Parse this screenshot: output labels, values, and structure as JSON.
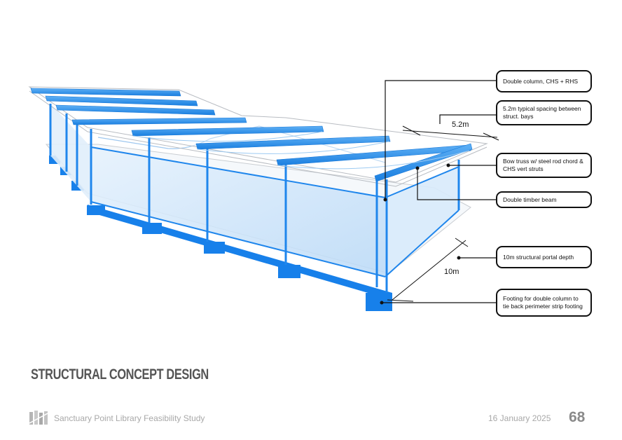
{
  "callouts": [
    {
      "text": "Double column, CHS + RHS"
    },
    {
      "text": "5.2m typical spacing between struct. bays"
    },
    {
      "text": "Bow truss w/ steel rod chord & CHS vert struts"
    },
    {
      "text": "Double timber beam"
    },
    {
      "text": "10m structural portal depth"
    },
    {
      "text": "Footing for double column to tie back perimeter strip footing"
    }
  ],
  "dimensions": {
    "bay_spacing": "5.2m",
    "portal_depth": "10m"
  },
  "section_title": "STRUCTURAL CONCEPT DESIGN",
  "footer": {
    "study_title": "Sanctuary Point Library Feasibility Study",
    "date": "16 January 2025",
    "page_number": "68"
  },
  "colors": {
    "structure_blue": "#1e8ff0",
    "footing_blue": "#1680ea",
    "glass_blue": "#cfe6fb",
    "callout_border": "#111111"
  }
}
